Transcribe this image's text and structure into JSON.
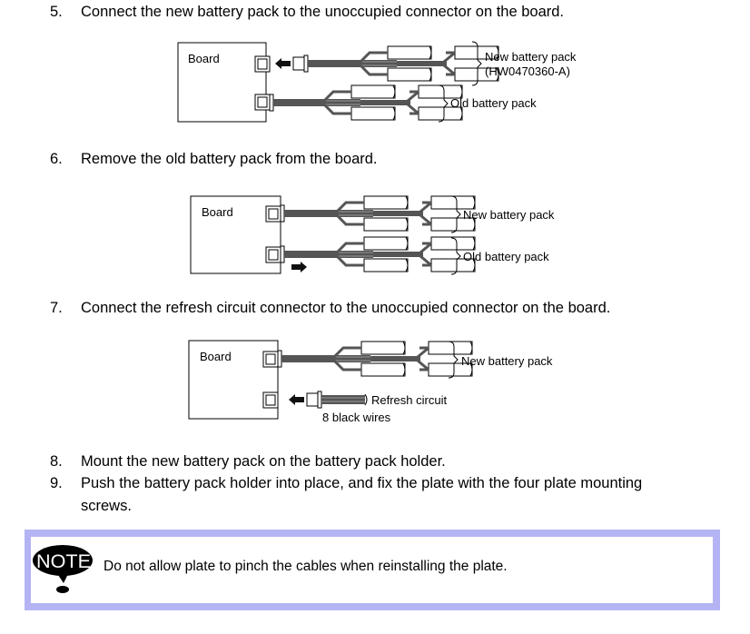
{
  "steps": [
    {
      "num": "5.",
      "text": "Connect the new battery pack to the unoccupied connector on the board."
    },
    {
      "num": "6.",
      "text": "Remove the old battery pack from the board."
    },
    {
      "num": "7.",
      "text": "Connect the refresh circuit connector to the unoccupied connector on the board."
    },
    {
      "num": "8.",
      "text": "Mount the new battery pack on the battery pack holder."
    },
    {
      "num": "9.",
      "text": "Push the battery pack holder into place, and fix the plate with the four plate mounting",
      "continuation": "screws."
    }
  ],
  "diagrams": [
    {
      "board_label": "Board",
      "upper_label_line1": "New battery pack",
      "upper_label_line2": "(HW0470360-A)",
      "lower_label": "Old battery pack"
    },
    {
      "board_label": "Board",
      "upper_label": "New battery pack",
      "lower_label": "Old battery pack"
    },
    {
      "board_label": "Board",
      "upper_label": "New battery pack",
      "refresh_label": "Refresh circuit",
      "wires_label": "8 black wires"
    }
  ],
  "note": {
    "icon_label": "NOTE",
    "text": "Do not allow plate to pinch the cables when reinstalling the plate.",
    "border_color": "#b4b4f4"
  }
}
